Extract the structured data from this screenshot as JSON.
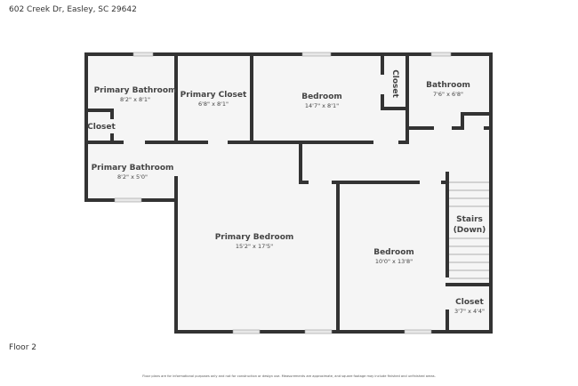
{
  "address": "602 Creek Dr, Easley, SC 29642",
  "floor_label": "Floor 2",
  "disclaimer": "Floor plans are for informational purposes only and not for construction or design use. Measurements are approximate, and square footage may include finished and unfinished areas.",
  "colors": {
    "wall": "#333333",
    "floor": "#f5f5f5",
    "window": "#e8e8e8"
  },
  "rooms": [
    {
      "name": "Primary Bathroom",
      "dims": "8'2\" x 8'1\""
    },
    {
      "name": "Primary Closet",
      "dims": "6'8\" x 8'1\""
    },
    {
      "name": "Bedroom",
      "dims": "14'7\" x 8'1\""
    },
    {
      "name": "Closet",
      "dims": ""
    },
    {
      "name": "Bathroom",
      "dims": "7'6\" x 6'8\""
    },
    {
      "name": "Closet",
      "dims": ""
    },
    {
      "name": "Primary Bathroom",
      "dims": "8'2\" x 5'0\""
    },
    {
      "name": "Primary Bedroom",
      "dims": "15'2\" x 17'5\""
    },
    {
      "name": "Bedroom",
      "dims": "10'0\" x 13'8\""
    },
    {
      "name": "Stairs",
      "dims": "(Down)"
    },
    {
      "name": "Closet",
      "dims": "3'7\" x 4'4\""
    }
  ]
}
